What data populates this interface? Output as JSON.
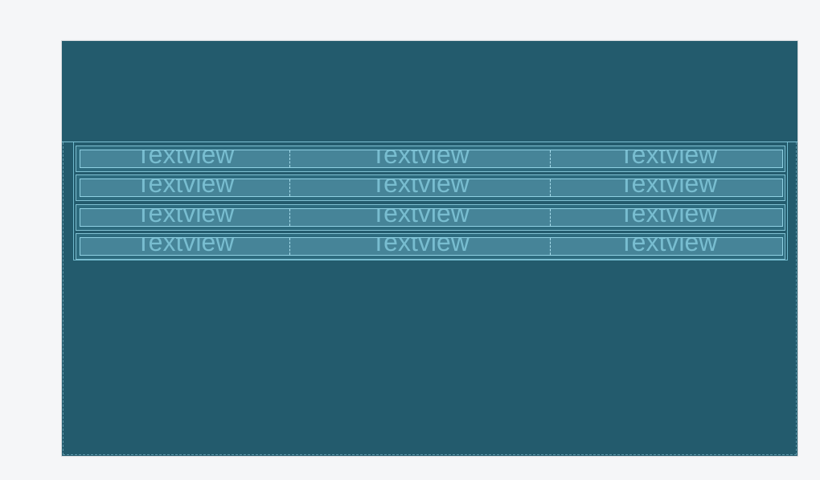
{
  "screen": {
    "rows": [
      [
        "Textview",
        "Textview",
        "Textview"
      ],
      [
        "Textview",
        "Textview",
        "Textview"
      ],
      [
        "Textview",
        "Textview",
        "Textview"
      ],
      [
        "Textview",
        "Textview",
        "Textview"
      ]
    ]
  },
  "colors": {
    "page_background": "#f5f6f8",
    "screen_background": "#235b6d",
    "row_background": "#468498",
    "text": "#78bdd0"
  }
}
